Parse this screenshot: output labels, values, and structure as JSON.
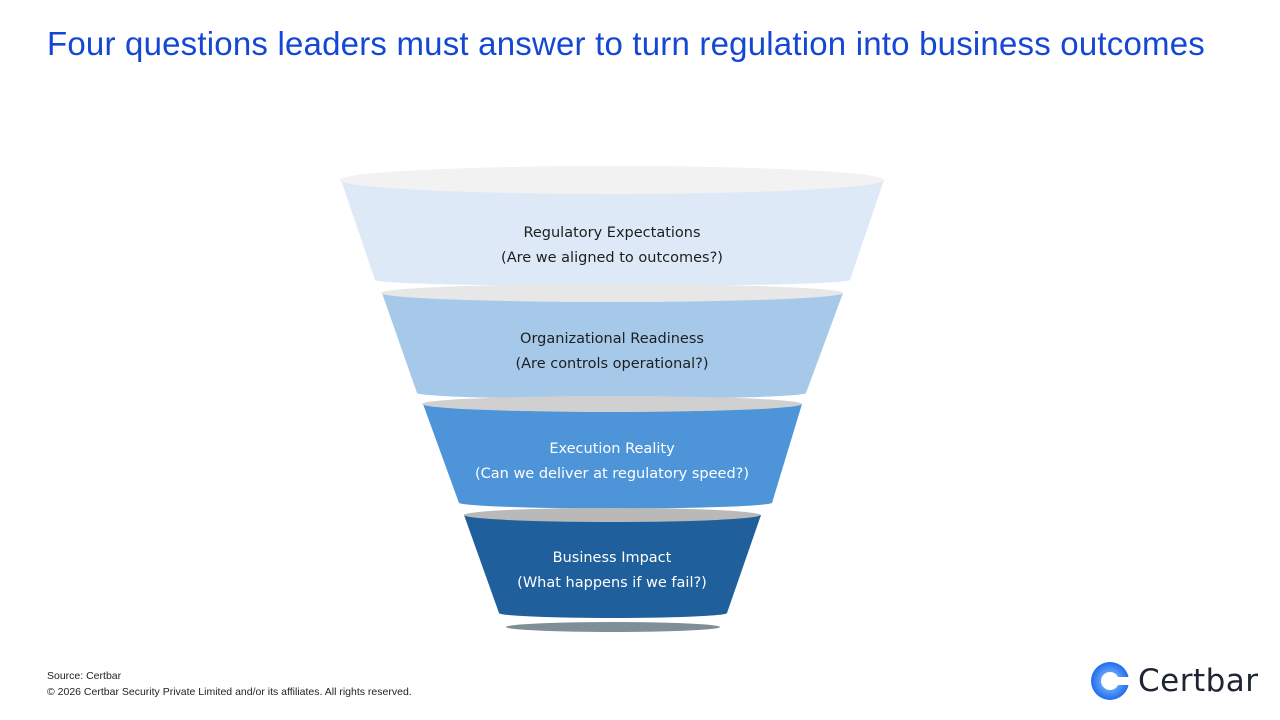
{
  "title": "Four questions leaders must answer to turn regulation into business outcomes",
  "funnel": [
    {
      "name": "Regulatory Expectations",
      "question": "(Are we aligned to outcomes?)",
      "color": "#dde9f6"
    },
    {
      "name": "Organizational Readiness",
      "question": "(Are controls operational?)",
      "color": "#a6c9ea"
    },
    {
      "name": "Execution Reality",
      "question": "(Can we deliver at regulatory speed?)",
      "color": "#4d94d9"
    },
    {
      "name": "Business Impact",
      "question": "(What happens if we fail?)",
      "color": "#1f5f9c"
    }
  ],
  "footer": {
    "source": "Source: Certbar",
    "copyright": "© 2026 Certbar Security Private Limited and/or its affiliates. All rights reserved."
  },
  "logo": {
    "text": "Certbar",
    "color": "#1e6cf0"
  }
}
